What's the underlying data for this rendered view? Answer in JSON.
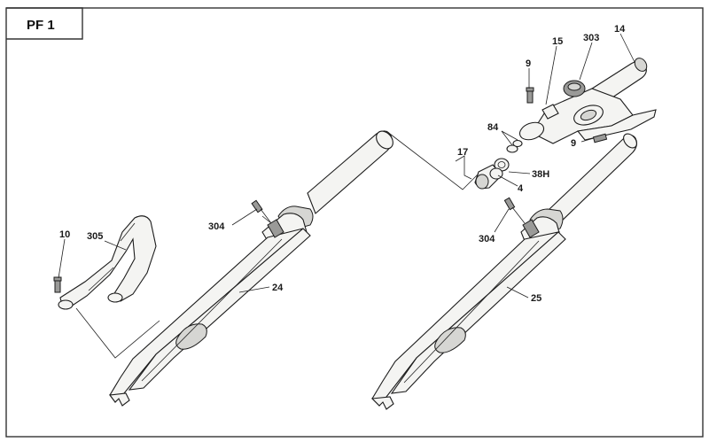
{
  "diagram": {
    "title": "PF 1",
    "labels": {
      "l9a": "9",
      "l15": "15",
      "l303": "303",
      "l14": "14",
      "l84": "84",
      "l9b": "9",
      "l17": "17",
      "l38h": "38H",
      "l4": "4",
      "l304a": "304",
      "l304b": "304",
      "l10": "10",
      "l305": "305",
      "l24": "24",
      "l25": "25"
    }
  },
  "colors": {
    "line": "#1c1c1c",
    "fill": "#f4f4f2",
    "frame": "#333333"
  }
}
